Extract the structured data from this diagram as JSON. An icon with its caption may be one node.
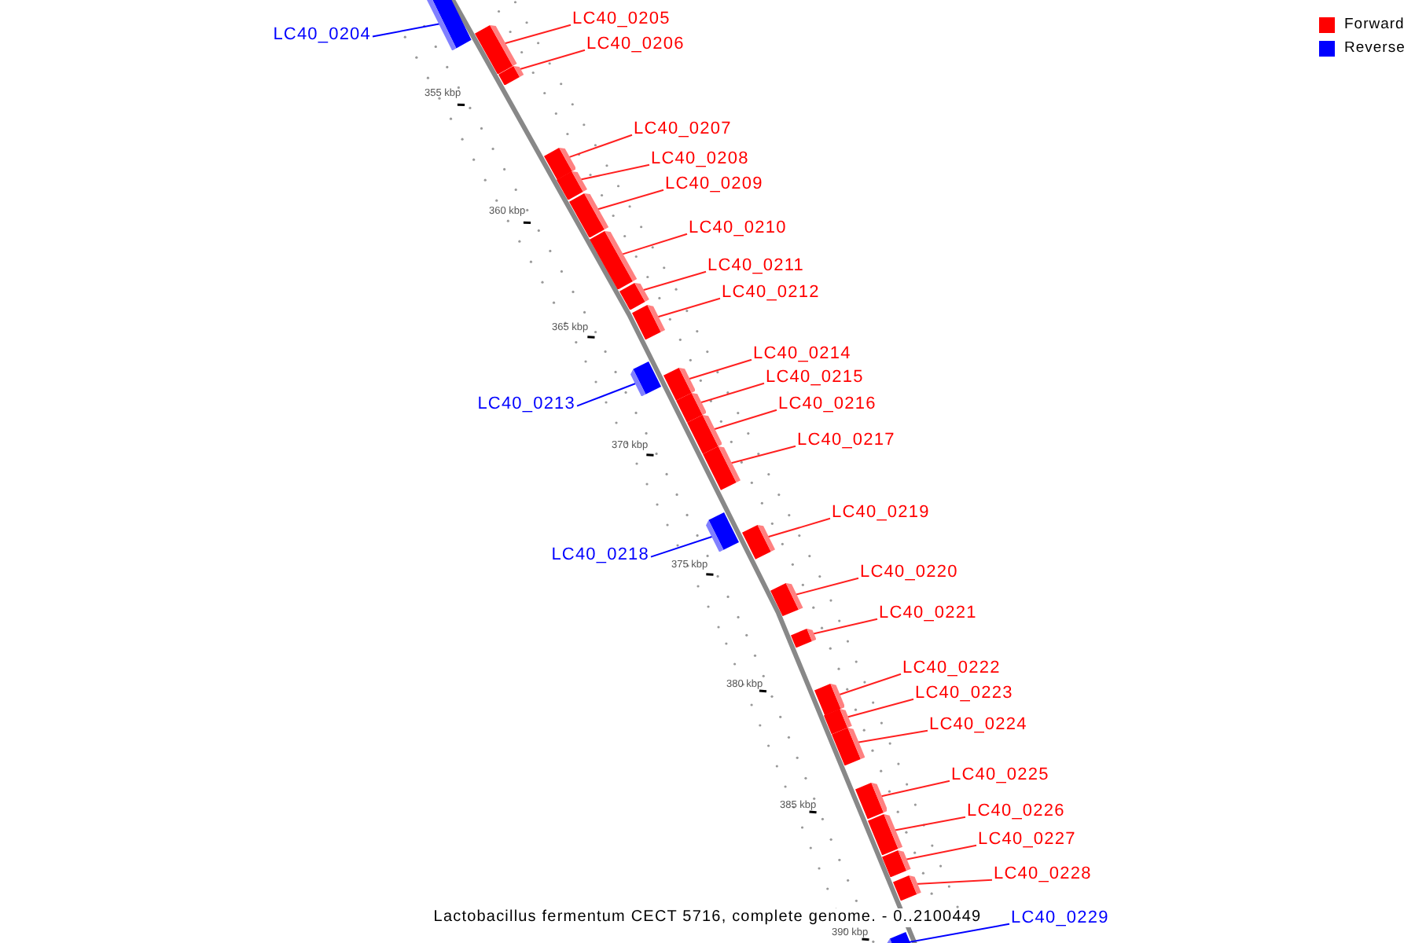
{
  "diagram": {
    "caption": "Lactobacillus fermentum CECT 5716, complete genome. - 0..2100449",
    "nodes": [
      {
        "text": [
          "LC40_0204"
        ]
      },
      {
        "text": [],
        "shape": "bar"
      },
      {
        "text": [
          "LC40_0205"
        ]
      },
      {
        "text": [],
        "shape": "bar"
      },
      {
        "text": [
          "LC40_0206"
        ]
      },
      {
        "text": [],
        "shape": "bar"
      },
      {
        "text": [
          "LC40_0207"
        ]
      },
      {
        "text": [],
        "shape": "bar"
      },
      {
        "text": [
          "LC40_0208"
        ]
      },
      {
        "text": [],
        "shape": "bar"
      },
      {
        "text": [
          "LC40_0209"
        ]
      },
      {
        "text": [],
        "shape": "bar"
      },
      {
        "text": [
          "LC40_0210"
        ]
      },
      {
        "text": [],
        "shape": "bar"
      },
      {
        "text": [
          "LC40_0211"
        ]
      },
      {
        "text": [],
        "shape": "bar"
      },
      {
        "text": [
          "LC40_0212"
        ]
      },
      {
        "text": [],
        "shape": "bar"
      },
      {
        "text": [
          "LC40_0213"
        ]
      },
      {
        "text": [],
        "shape": "bar"
      },
      {
        "text": [
          "LC40_0214"
        ]
      },
      {
        "text": [],
        "shape": "bar"
      },
      {
        "text": [
          "LC40_0215"
        ]
      },
      {
        "text": [],
        "shape": "bar"
      },
      {
        "text": [
          "LC40_0216"
        ]
      },
      {
        "text": [],
        "shape": "bar"
      },
      {
        "text": [
          "LC40_0217"
        ]
      },
      {
        "text": [],
        "shape": "bar"
      },
      {
        "text": [
          "LC40_0218"
        ]
      },
      {
        "text": [],
        "shape": "bar"
      },
      {
        "text": [
          "LC40_0219"
        ]
      },
      {
        "text": [],
        "shape": "bar"
      },
      {
        "text": [
          "LC40_0220"
        ]
      },
      {
        "text": [],
        "shape": "bar"
      },
      {
        "text": [
          "LC40_0221"
        ]
      },
      {
        "text": [],
        "shape": "bar"
      },
      {
        "text": [
          "LC40_0222"
        ]
      },
      {
        "text": [],
        "shape": "bar"
      },
      {
        "text": [
          "LC40_0223"
        ]
      },
      {
        "text": [],
        "shape": "bar"
      },
      {
        "text": [
          "LC40_0224"
        ]
      },
      {
        "text": [],
        "shape": "bar"
      },
      {
        "text": [
          "LC40_0225"
        ]
      },
      {
        "text": [],
        "shape": "bar"
      },
      {
        "text": [
          "LC40_0226"
        ]
      },
      {
        "text": [],
        "shape": "bar"
      },
      {
        "text": [
          "LC40_0227"
        ]
      },
      {
        "text": [],
        "shape": "bar"
      },
      {
        "text": [
          "LC40_0228"
        ]
      },
      {
        "text": [],
        "shape": "bar"
      },
      {
        "text": [
          "LC40_0229"
        ]
      },
      {
        "text": [],
        "shape": "bar"
      }
    ],
    "edges": [
      {
        "from": 0,
        "to": 1,
        "arrow": "none",
        "color": "#0000ff"
      },
      {
        "from": 2,
        "to": 3,
        "arrow": "none"
      },
      {
        "from": 4,
        "to": 5,
        "arrow": "none"
      },
      {
        "from": 6,
        "to": 7,
        "arrow": "none"
      },
      {
        "from": 8,
        "to": 9,
        "arrow": "none"
      },
      {
        "from": 10,
        "to": 11,
        "arrow": "none"
      },
      {
        "from": 12,
        "to": 13,
        "arrow": "none"
      },
      {
        "from": 14,
        "to": 15,
        "arrow": "none"
      },
      {
        "from": 16,
        "to": 17,
        "arrow": "none"
      },
      {
        "from": 18,
        "to": 19,
        "arrow": "none",
        "color": "#0000ff"
      },
      {
        "from": 20,
        "to": 21,
        "arrow": "none"
      },
      {
        "from": 22,
        "to": 23,
        "arrow": "none"
      },
      {
        "from": 24,
        "to": 25,
        "arrow": "none"
      },
      {
        "from": 26,
        "to": 27,
        "arrow": "none"
      },
      {
        "from": 28,
        "to": 29,
        "arrow": "none",
        "color": "#0000ff"
      },
      {
        "from": 30,
        "to": 31,
        "arrow": "none"
      },
      {
        "from": 32,
        "to": 33,
        "arrow": "none"
      },
      {
        "from": 34,
        "to": 35,
        "arrow": "none"
      },
      {
        "from": 36,
        "to": 37,
        "arrow": "none"
      },
      {
        "from": 38,
        "to": 39,
        "arrow": "none"
      },
      {
        "from": 40,
        "to": 41,
        "arrow": "none"
      },
      {
        "from": 42,
        "to": 43,
        "arrow": "none"
      },
      {
        "from": 44,
        "to": 45,
        "arrow": "none"
      },
      {
        "from": 46,
        "to": 47,
        "arrow": "none"
      },
      {
        "from": 48,
        "to": 49,
        "arrow": "none"
      },
      {
        "from": 50,
        "to": 51,
        "arrow": "none",
        "color": "#0000ff"
      }
    ],
    "labels": [
      "355 kbp",
      "360 kbp",
      "365 kbp",
      "370 kbp",
      "375 kbp",
      "380 kbp",
      "385 kbp",
      "390 kbp"
    ],
    "legend": [
      {
        "text": "Forward",
        "color": "#ff0000"
      },
      {
        "text": "Reverse",
        "color": "#0000ff"
      }
    ]
  }
}
